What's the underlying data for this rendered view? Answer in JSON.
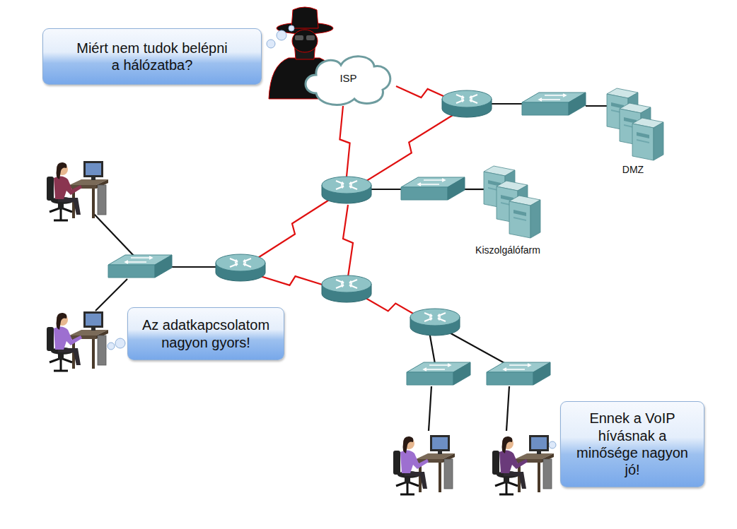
{
  "diagram": {
    "nodes": [
      {
        "text": [
          "Miért nem tudok belépni a hálózatba?"
        ]
      },
      {
        "text": [
          "ISP"
        ]
      },
      {
        "text": [
          "DMZ"
        ]
      },
      {
        "text": [
          "Kiszolgálófarm"
        ]
      },
      {
        "text": [
          "Az adatkapcsolatom nagyon gyors!"
        ]
      },
      {
        "text": [
          "Ennek a VoIP hívásnak a minősége nagyon jó!"
        ]
      }
    ]
  }
}
